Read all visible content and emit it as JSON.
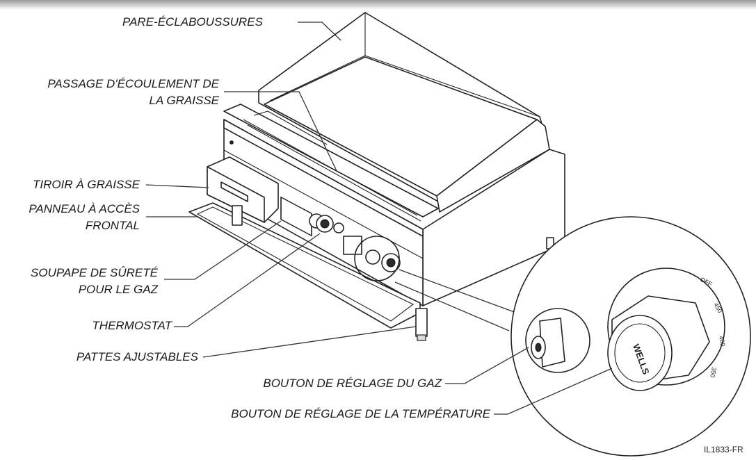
{
  "labels": {
    "splash_guard": "PARE-ÉCLABOUSSURES",
    "grease_trough_l1": "PASSAGE D'ÉCOULEMENT DE",
    "grease_trough_l2": "LA GRAISSE",
    "grease_drawer": "TIROIR À GRAISSE",
    "front_panel_l1": "PANNEAU À ACCÈS",
    "front_panel_l2": "FRONTAL",
    "gas_valve_l1": "SOUPAPE DE SÛRETÉ",
    "gas_valve_l2": "POUR LE GAZ",
    "thermostat": "THERMOSTAT",
    "legs": "PATTES AJUSTABLES",
    "gas_knob": "BOUTON DE RÉGLAGE DU GAZ",
    "temp_knob": "BOUTON DE RÉGLAGE DE LA TEMPÉRATURE"
  },
  "knob": {
    "brand": "WELLS",
    "off": "OFF",
    "t1": "350",
    "t2": "400",
    "t3": "450"
  },
  "figure_id": "IL1833-FR",
  "colors": {
    "line": "#222222",
    "background": "#ffffff"
  }
}
